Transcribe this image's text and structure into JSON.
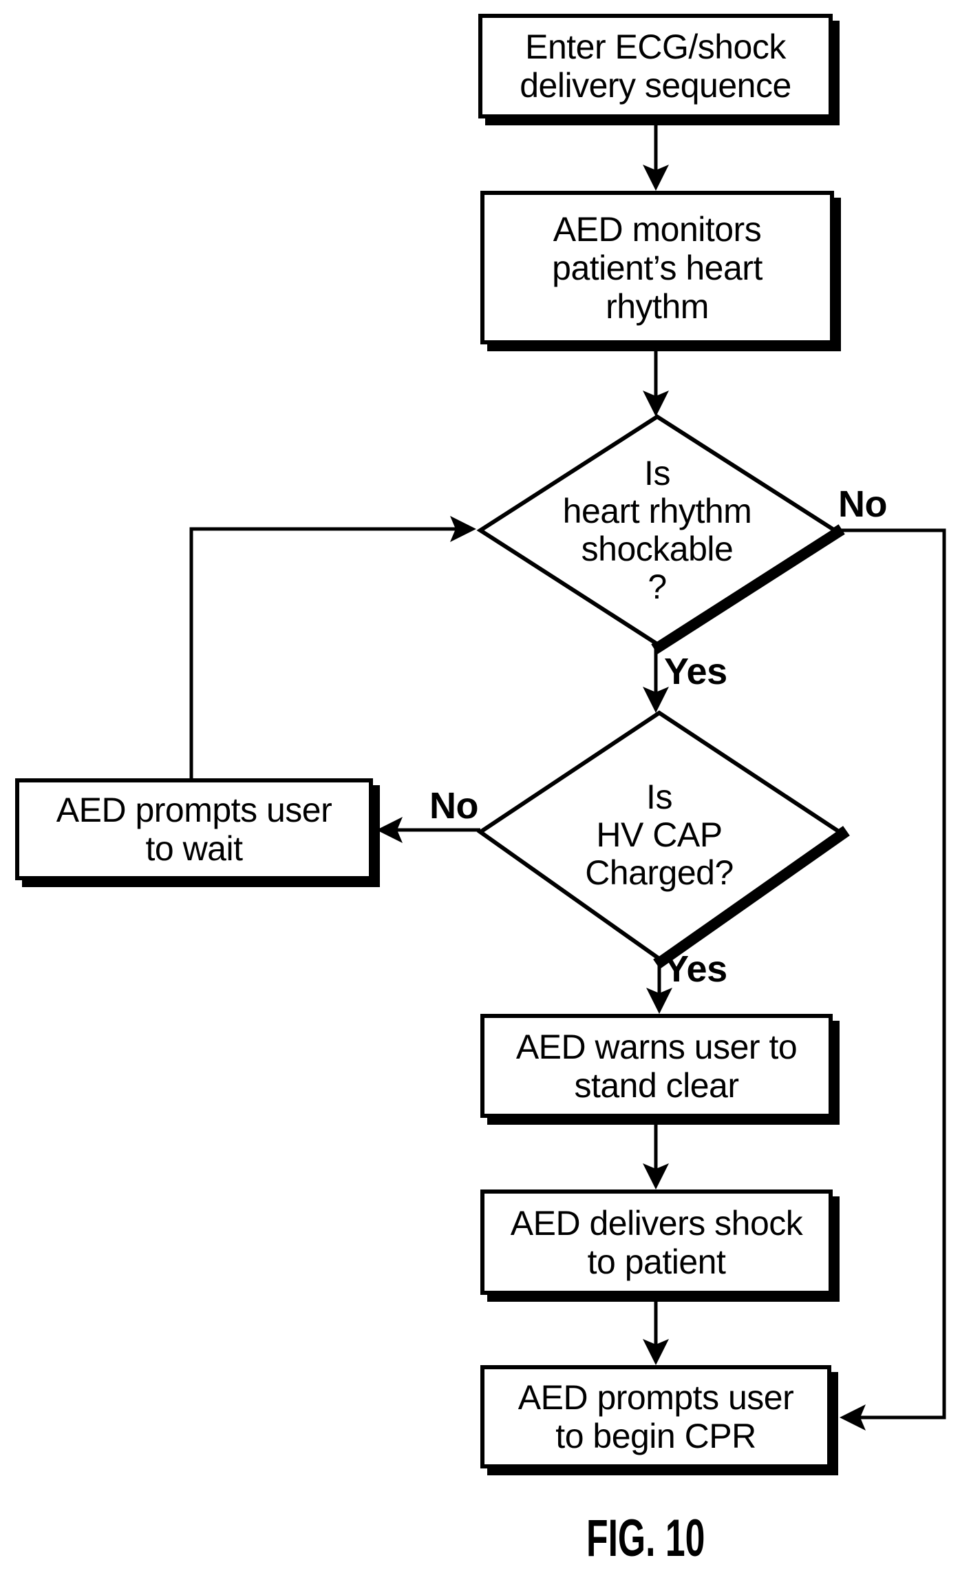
{
  "colors": {
    "ink": "#000000",
    "paper": "#ffffff"
  },
  "figure_caption": "FIG. 10",
  "flowchart": {
    "nodes": [
      {
        "id": "start",
        "type": "process",
        "label": "Enter ECG/shock\ndelivery sequence"
      },
      {
        "id": "monitor",
        "type": "process",
        "label": "AED monitors\npatient’s heart\nrhythm"
      },
      {
        "id": "shockable",
        "type": "decision",
        "label": "Is\nheart rhythm\nshockable\n?"
      },
      {
        "id": "wait",
        "type": "process",
        "label": "AED prompts user\nto wait"
      },
      {
        "id": "charged",
        "type": "decision",
        "label": "Is\nHV CAP\nCharged?"
      },
      {
        "id": "warn",
        "type": "process",
        "label": "AED warns user to\nstand clear"
      },
      {
        "id": "deliver",
        "type": "process",
        "label": "AED delivers shock\nto patient"
      },
      {
        "id": "cpr",
        "type": "process",
        "label": "AED prompts user\nto begin CPR"
      }
    ],
    "branch_labels": {
      "shockable_yes": "Yes",
      "shockable_no": "No",
      "charged_yes": "Yes",
      "charged_no": "No"
    }
  }
}
